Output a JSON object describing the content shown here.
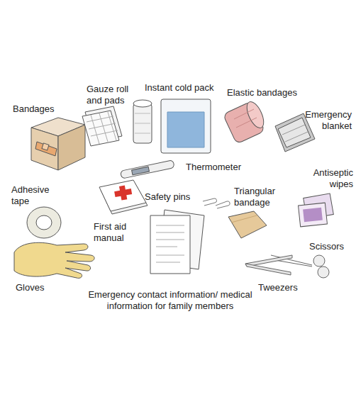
{
  "diagram": {
    "labels": [
      "Bandages",
      "Gauze roll and pads",
      "Instant cold pack",
      "Elastic bandages",
      "Emergency blanket",
      "Thermometer",
      "Antiseptic wipes",
      "Adhesive tape",
      "Safety pins",
      "Triangular bandage",
      "First aid manual",
      "Scissors",
      "Gloves",
      "Tweezers",
      "Emergency contact information/ medical information for family members"
    ]
  }
}
